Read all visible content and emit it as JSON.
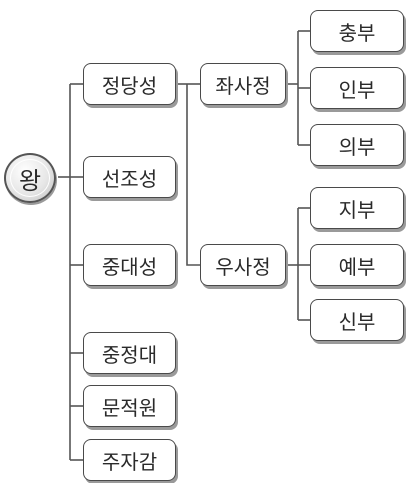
{
  "diagram": {
    "root": {
      "label": "왕"
    },
    "level1": [
      {
        "label": "정당성"
      },
      {
        "label": "선조성"
      },
      {
        "label": "중대성"
      },
      {
        "label": "중정대"
      },
      {
        "label": "문적원"
      },
      {
        "label": "주자감"
      }
    ],
    "level2": [
      {
        "label": "좌사정"
      },
      {
        "label": "우사정"
      }
    ],
    "level3": [
      {
        "label": "충부"
      },
      {
        "label": "인부"
      },
      {
        "label": "의부"
      },
      {
        "label": "지부"
      },
      {
        "label": "예부"
      },
      {
        "label": "신부"
      }
    ]
  },
  "colors": {
    "line": "#555555",
    "border": "#4a4a4a",
    "text": "#2a2a2a"
  }
}
